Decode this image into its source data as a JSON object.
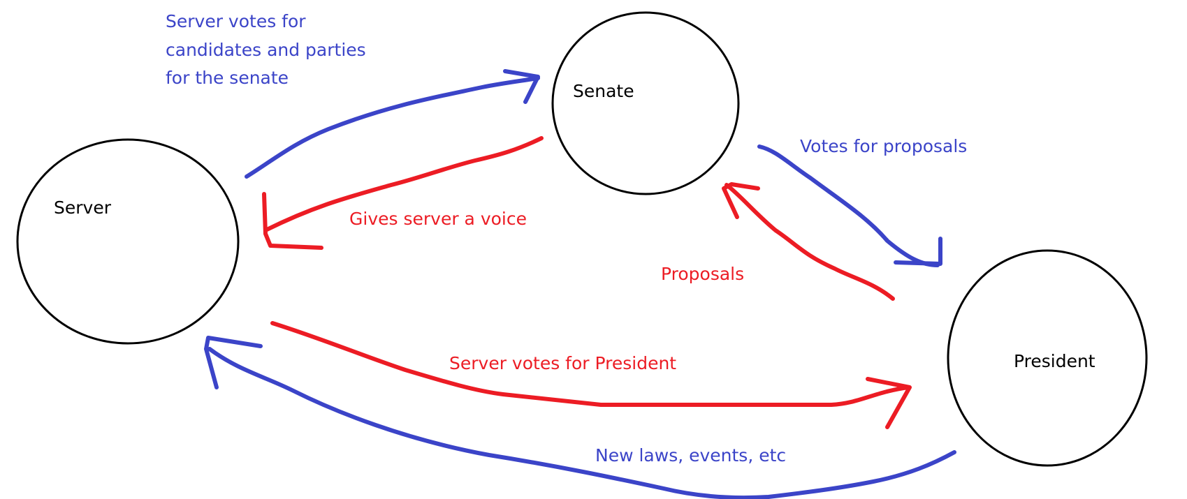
{
  "colors": {
    "blue": "#3b44c8",
    "red": "#ec1c24",
    "node_stroke": "#000000"
  },
  "nodes": {
    "server": {
      "label": "Server"
    },
    "senate": {
      "label": "Senate"
    },
    "president": {
      "label": "President"
    }
  },
  "edges": {
    "server_to_senate": {
      "label_lines": [
        "Server votes for",
        "candidates and parties",
        "for the senate"
      ]
    },
    "senate_to_server": {
      "label": "Gives server a voice"
    },
    "senate_to_president": {
      "label": "Votes for proposals"
    },
    "president_to_senate": {
      "label": "Proposals"
    },
    "server_to_president": {
      "label": "Server votes for President"
    },
    "president_to_server": {
      "label": "New laws, events, etc"
    }
  }
}
